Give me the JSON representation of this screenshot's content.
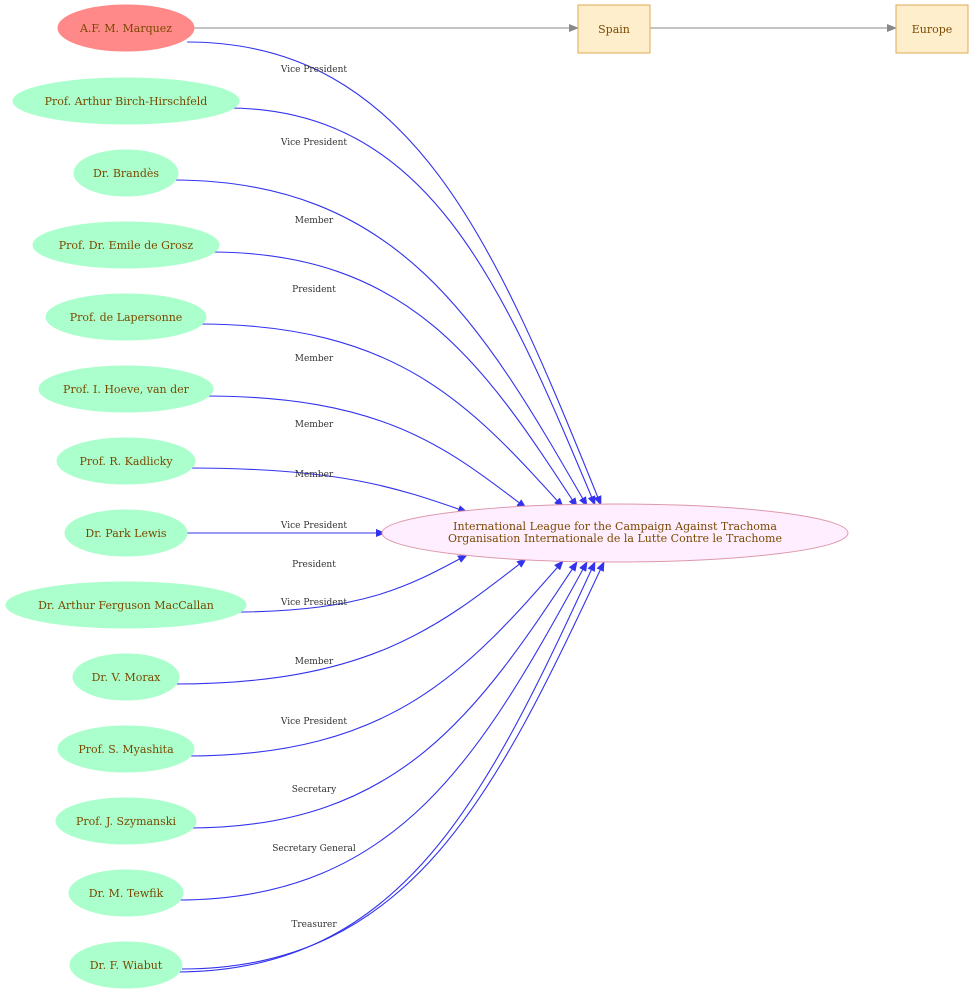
{
  "colors": {
    "person_fill": "#aaffcc",
    "highlight_fill": "#ff8888",
    "org_fill": "#ffeeff",
    "org_stroke": "#dd99aa",
    "place_fill": "#ffeecc",
    "place_stroke": "#ddaa55",
    "member_edge": "#3333ee",
    "location_edge": "#888888",
    "text": "#7a4a00"
  },
  "highlight": {
    "name": "A.F. M. Marquez"
  },
  "organization": {
    "name_en": "International League for the Campaign Against Trachoma",
    "name_fr": "Organisation Internationale de la Lutte Contre le Trachome"
  },
  "locations": [
    {
      "name": "Spain"
    },
    {
      "name": "Europe"
    }
  ],
  "memberships": [
    {
      "person": "A.F. M. Marquez",
      "role": "Vice President"
    },
    {
      "person": "Prof. Arthur Birch-Hirschfeld",
      "role": "Vice President"
    },
    {
      "person": "Dr. Brandès",
      "role": "Member"
    },
    {
      "person": "Prof. Dr. Emile de Grosz",
      "role": "President"
    },
    {
      "person": "Prof. de Lapersonne",
      "role": "Member"
    },
    {
      "person": "Prof. I. Hoeve, van der",
      "role": "Member"
    },
    {
      "person": "Prof. R. Kadlicky",
      "role": "Member"
    },
    {
      "person": "Dr. Park Lewis",
      "role": "Vice President"
    },
    {
      "person": "Dr. Arthur Ferguson MacCallan",
      "role": "President"
    },
    {
      "person": "Dr. V. Morax",
      "role": "Vice President"
    },
    {
      "person": "Prof. S. Myashita",
      "role": "Member"
    },
    {
      "person": "Prof. J. Szymanski",
      "role": "Vice President"
    },
    {
      "person": "Dr. M. Tewfik",
      "role": "Secretary"
    },
    {
      "person": "Dr. F. Wiabut",
      "role": "Secretary General"
    },
    {
      "person": "Dr. F. Wiabut",
      "role": "Treasurer"
    }
  ]
}
